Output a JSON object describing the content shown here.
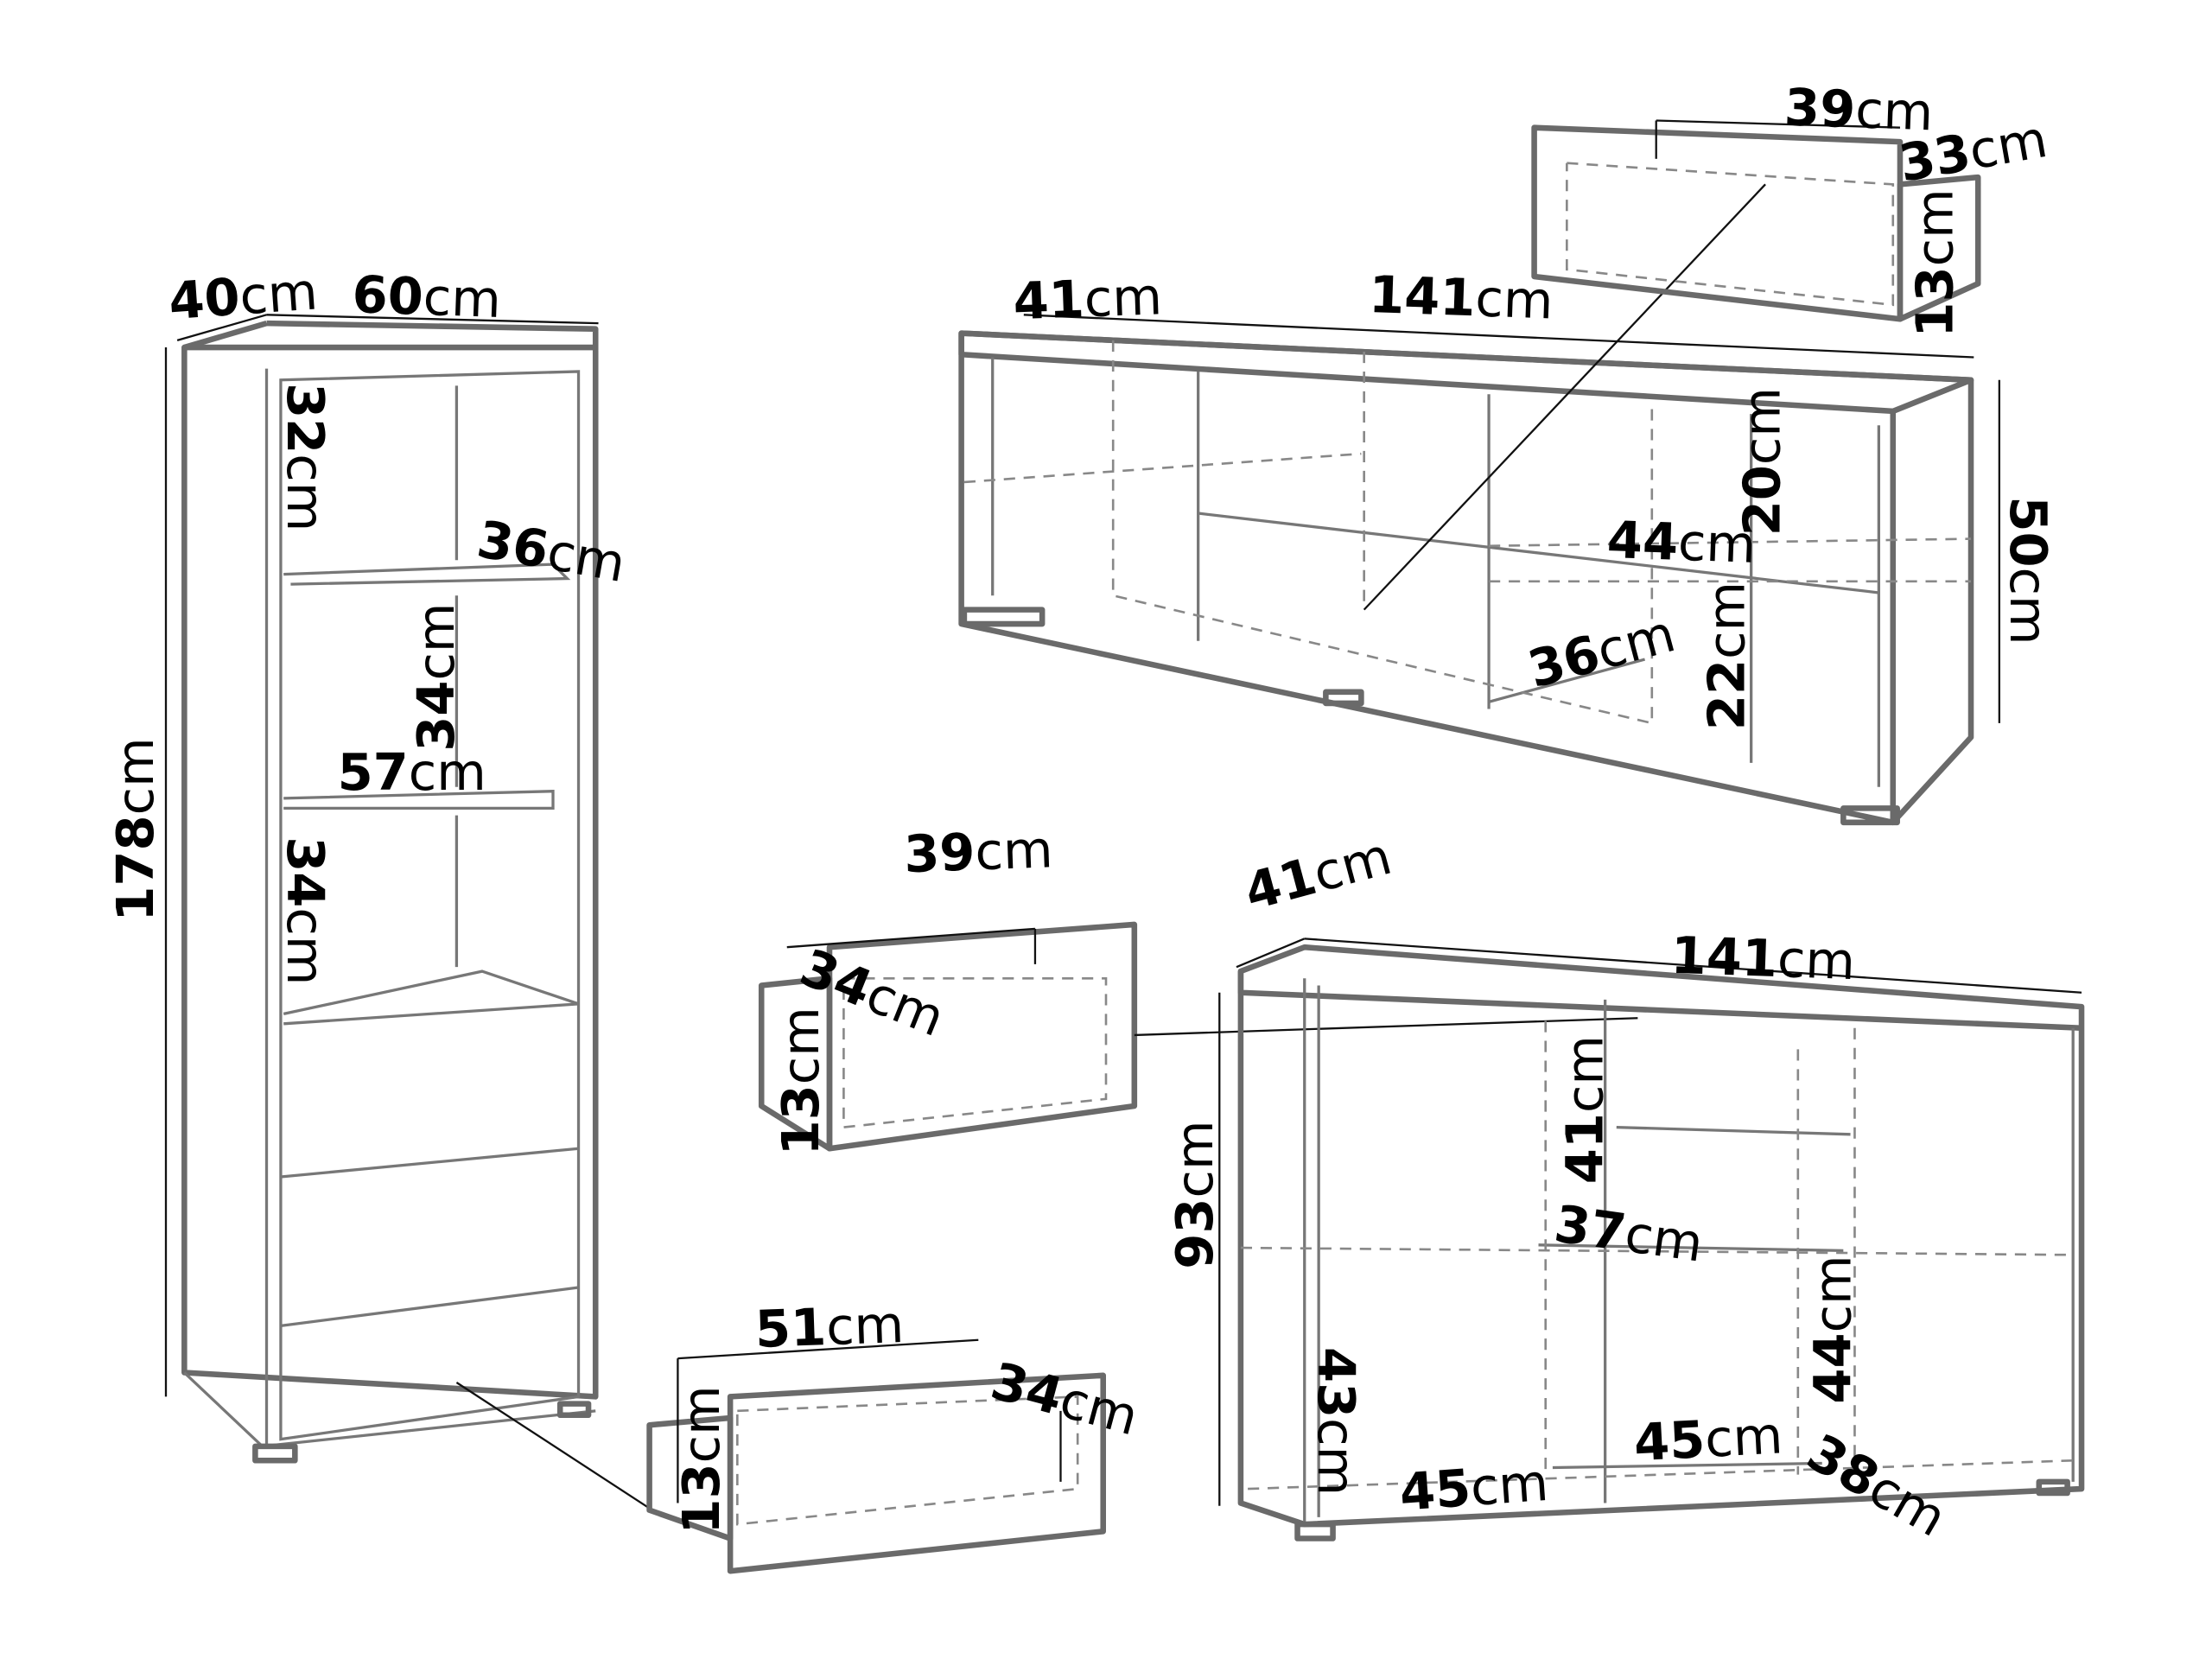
{
  "unit": "cm",
  "bookcase": {
    "depth": "40",
    "width": "60",
    "height": "178",
    "top_shelf_height": "32",
    "shelf_depth": "36",
    "middle_shelf_height": "34",
    "shelf_width": "57",
    "lower_shelf_height": "34"
  },
  "tv_cabinet": {
    "depth": "41",
    "width": "141",
    "height": "50",
    "upper_compartment_height": "20",
    "shelf_width": "44",
    "shelf_depth": "36",
    "lower_compartment_height": "22"
  },
  "tv_cabinet_drawer": {
    "width": "39",
    "depth": "33",
    "height": "13"
  },
  "sideboard_drawer": {
    "width": "39",
    "depth": "34",
    "height": "13"
  },
  "sideboard": {
    "depth": "41",
    "width": "141",
    "height": "93",
    "drawer_height": "41",
    "drawer_width": "37",
    "left_compartment_height": "43",
    "right_compartment_height": "44",
    "left_shelf_width": "45",
    "middle_shelf_width": "45",
    "shelf_depth": "38"
  },
  "bookcase_drawer": {
    "width": "51",
    "depth": "34",
    "height": "13"
  }
}
